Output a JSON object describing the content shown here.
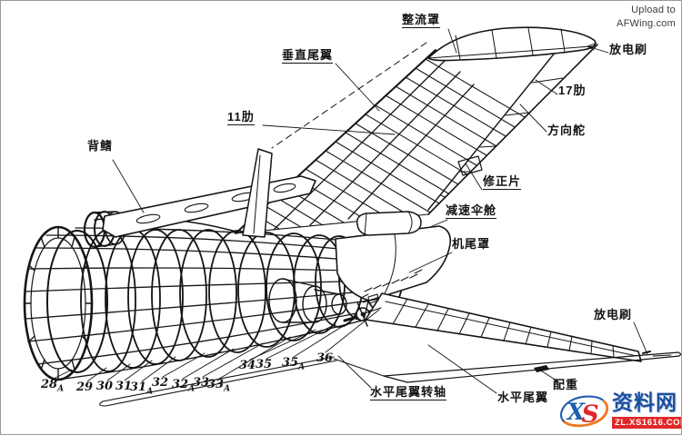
{
  "credit": {
    "line1": "Upload to",
    "line2": "AFWing.com"
  },
  "callouts": {
    "fairing": "整流罩",
    "vertical_tail": "垂直尾翼",
    "discharge_brush_top": "放电刷",
    "rib_17": "17肋",
    "rudder": "方向舵",
    "rib_11": "11肋",
    "dorsal_fin": "背鳍",
    "trim_tab": "修正片",
    "drag_chute_bay": "减速伞舱",
    "tail_cone": "机尾罩",
    "discharge_brush_bottom": "放电刷",
    "counterweight": "配重",
    "horizontal_tail": "水平尾翼",
    "horizontal_tail_pivot": "水平尾翼转轴"
  },
  "frames": [
    {
      "n": "28",
      "s": "A"
    },
    {
      "n": "29",
      "s": ""
    },
    {
      "n": "30",
      "s": ""
    },
    {
      "n": "31",
      "s": ""
    },
    {
      "n": "31",
      "s": "A"
    },
    {
      "n": "32",
      "s": ""
    },
    {
      "n": "32",
      "s": "A"
    },
    {
      "n": "33",
      "s": ""
    },
    {
      "n": "33",
      "s": "A"
    },
    {
      "n": "34",
      "s": ""
    },
    {
      "n": "35",
      "s": ""
    },
    {
      "n": "35",
      "s": "A"
    },
    {
      "n": "36",
      "s": ""
    }
  ],
  "watermark": {
    "logo_x": "X",
    "logo_s": "S",
    "site_name": "资料网",
    "site_url": "ZL.XS1616.COM",
    "accent_orange": "#f07820",
    "accent_blue": "#1a5fb0",
    "accent_red": "#e02828"
  },
  "colors": {
    "ink": "#151515",
    "background": "#ffffff"
  }
}
